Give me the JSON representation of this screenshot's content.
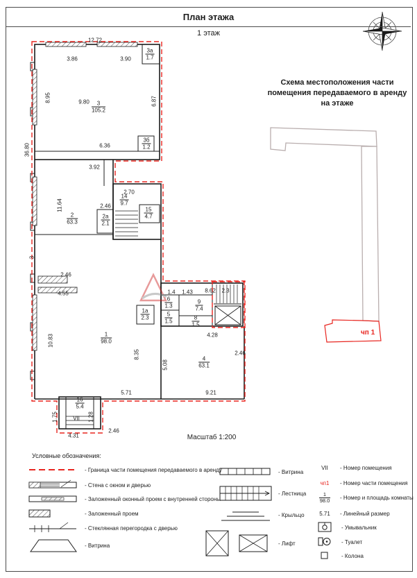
{
  "colors": {
    "boundary_red": "#e8251f",
    "wall_black": "#1c1c1c",
    "scheme_gray": "#b9aeae"
  },
  "header": {
    "title": "План этажа",
    "subtitle": "1 этаж"
  },
  "scheme": {
    "title": "Схема местоположения части помещения передаваемого в аренду на этаже",
    "part_label": "чп 1"
  },
  "plan": {
    "scale_label": "Масштаб 1:200",
    "room_vii": "VII",
    "dims_h": [
      "12.72",
      "3.86",
      "3.90",
      "9.80",
      "6.36",
      "3.92",
      "2.70",
      "2.46",
      "2.46",
      "4.55",
      "1.4",
      "1.43",
      "8.62",
      "2.3",
      "4.28",
      "5.71",
      "9.21",
      "4.31",
      "2.46",
      "2.46"
    ],
    "dims_v": [
      "8.95",
      "6.87",
      "36.80",
      "11.64",
      "10.83",
      "8.35",
      "5.08",
      "1.75",
      "1.28",
      "3"
    ],
    "rooms": [
      {
        "num": "3",
        "area": "105.2"
      },
      {
        "num": "3а",
        "area": "1.7"
      },
      {
        "num": "3б",
        "area": "1.2"
      },
      {
        "num": "14",
        "area": "9.7"
      },
      {
        "num": "15",
        "area": "4.7"
      },
      {
        "num": "2",
        "area": "63.3"
      },
      {
        "num": "2а",
        "area": "2.1"
      },
      {
        "num": "6",
        "area": "1.3"
      },
      {
        "num": "5",
        "area": "1.5"
      },
      {
        "num": "9",
        "area": "7.4"
      },
      {
        "num": "1а",
        "area": "2.3"
      },
      {
        "num": "8",
        "area": "1.5"
      },
      {
        "num": "1",
        "area": "98.0"
      },
      {
        "num": "4",
        "area": "63.1"
      },
      {
        "num": "16",
        "area": "5.4"
      }
    ]
  },
  "legend": {
    "title": "Условные обозначения:",
    "left": [
      "- Граница части помещения передаваемого в аренду",
      "- Стена с окном и дверью",
      "- Заложенный оконный проем с внутренней стороны",
      "- Заложенный проем",
      "- Стеклянная перегородка с дверью",
      "- Витрина"
    ],
    "middle": [
      "- Витрина",
      "- Лестница",
      "- Крыльцо",
      "- Лифт"
    ],
    "right": [
      {
        "symbol": "VII",
        "label": "- Номер помещения"
      },
      {
        "symbol": "чп1",
        "label": "- Номер части помещения"
      },
      {
        "symbol_num": "1",
        "symbol_area": "98.0",
        "label": "- Номер и площадь комнаты"
      },
      {
        "symbol": "5.71",
        "label": "- Линейный размер"
      },
      {
        "label": "- Умывальник"
      },
      {
        "label": "- Туалет"
      },
      {
        "label": "- Колона"
      }
    ]
  }
}
